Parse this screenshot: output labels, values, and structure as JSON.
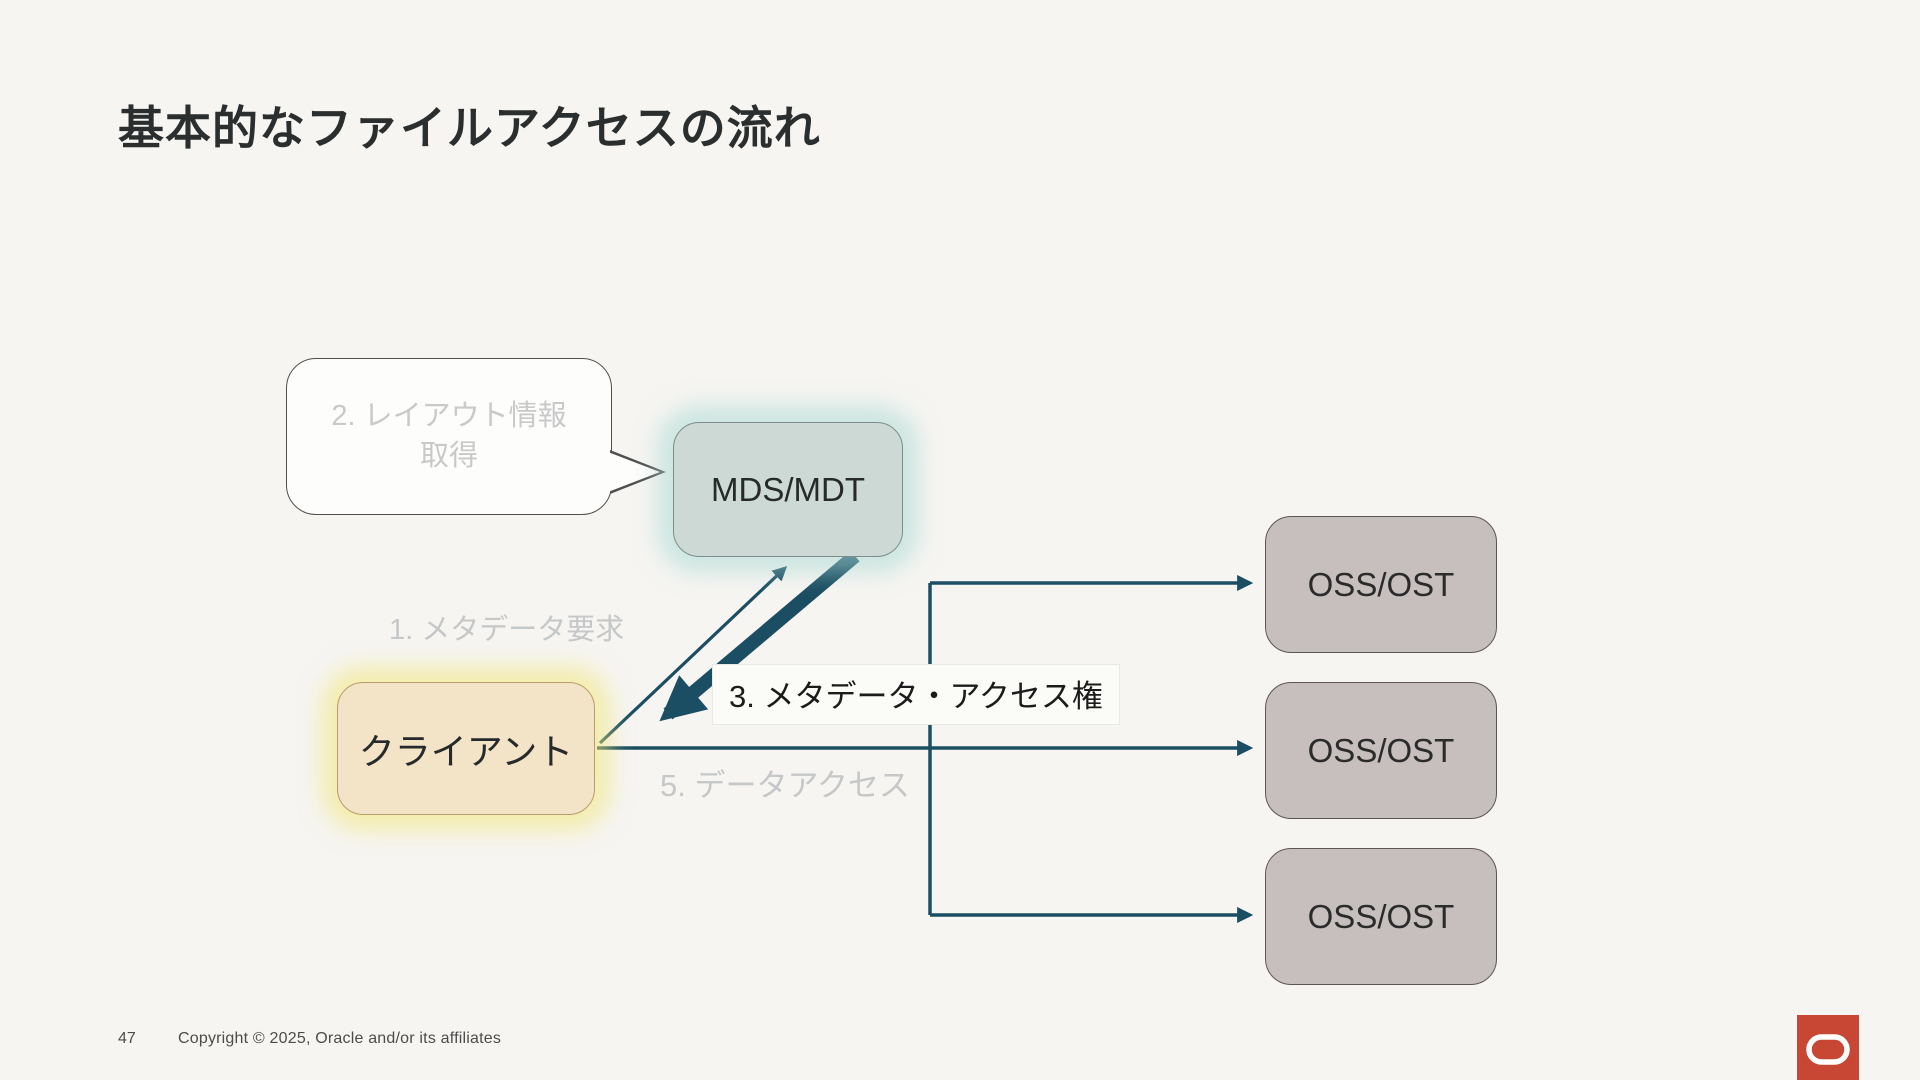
{
  "slide": {
    "title": "基本的なファイルアクセスの流れ",
    "page_number": "47",
    "copyright": "Copyright © 2025, Oracle and/or its affiliates"
  },
  "diagram": {
    "callout": {
      "line1": "2. レイアウト情報",
      "line2": "取得"
    },
    "nodes": {
      "mds": {
        "label": "MDS/MDT"
      },
      "client": {
        "label": "クライアント"
      },
      "oss1": {
        "label": "OSS/OST"
      },
      "oss2": {
        "label": "OSS/OST"
      },
      "oss3": {
        "label": "OSS/OST"
      }
    },
    "step_labels": {
      "step1": "1. メタデータ要求",
      "step3": "3. メタデータ・アクセス権",
      "step5": "5. データアクセス"
    },
    "colors": {
      "connector_teal": "#1b4e63",
      "mds_fill": "#cdd9d4",
      "mds_glow": "#aad8d3",
      "client_fill": "#f3e3c7",
      "client_glow": "#f3e578",
      "oss_fill": "#c7bebe",
      "background": "#f6f5f2",
      "logo_red": "#c74634"
    }
  }
}
